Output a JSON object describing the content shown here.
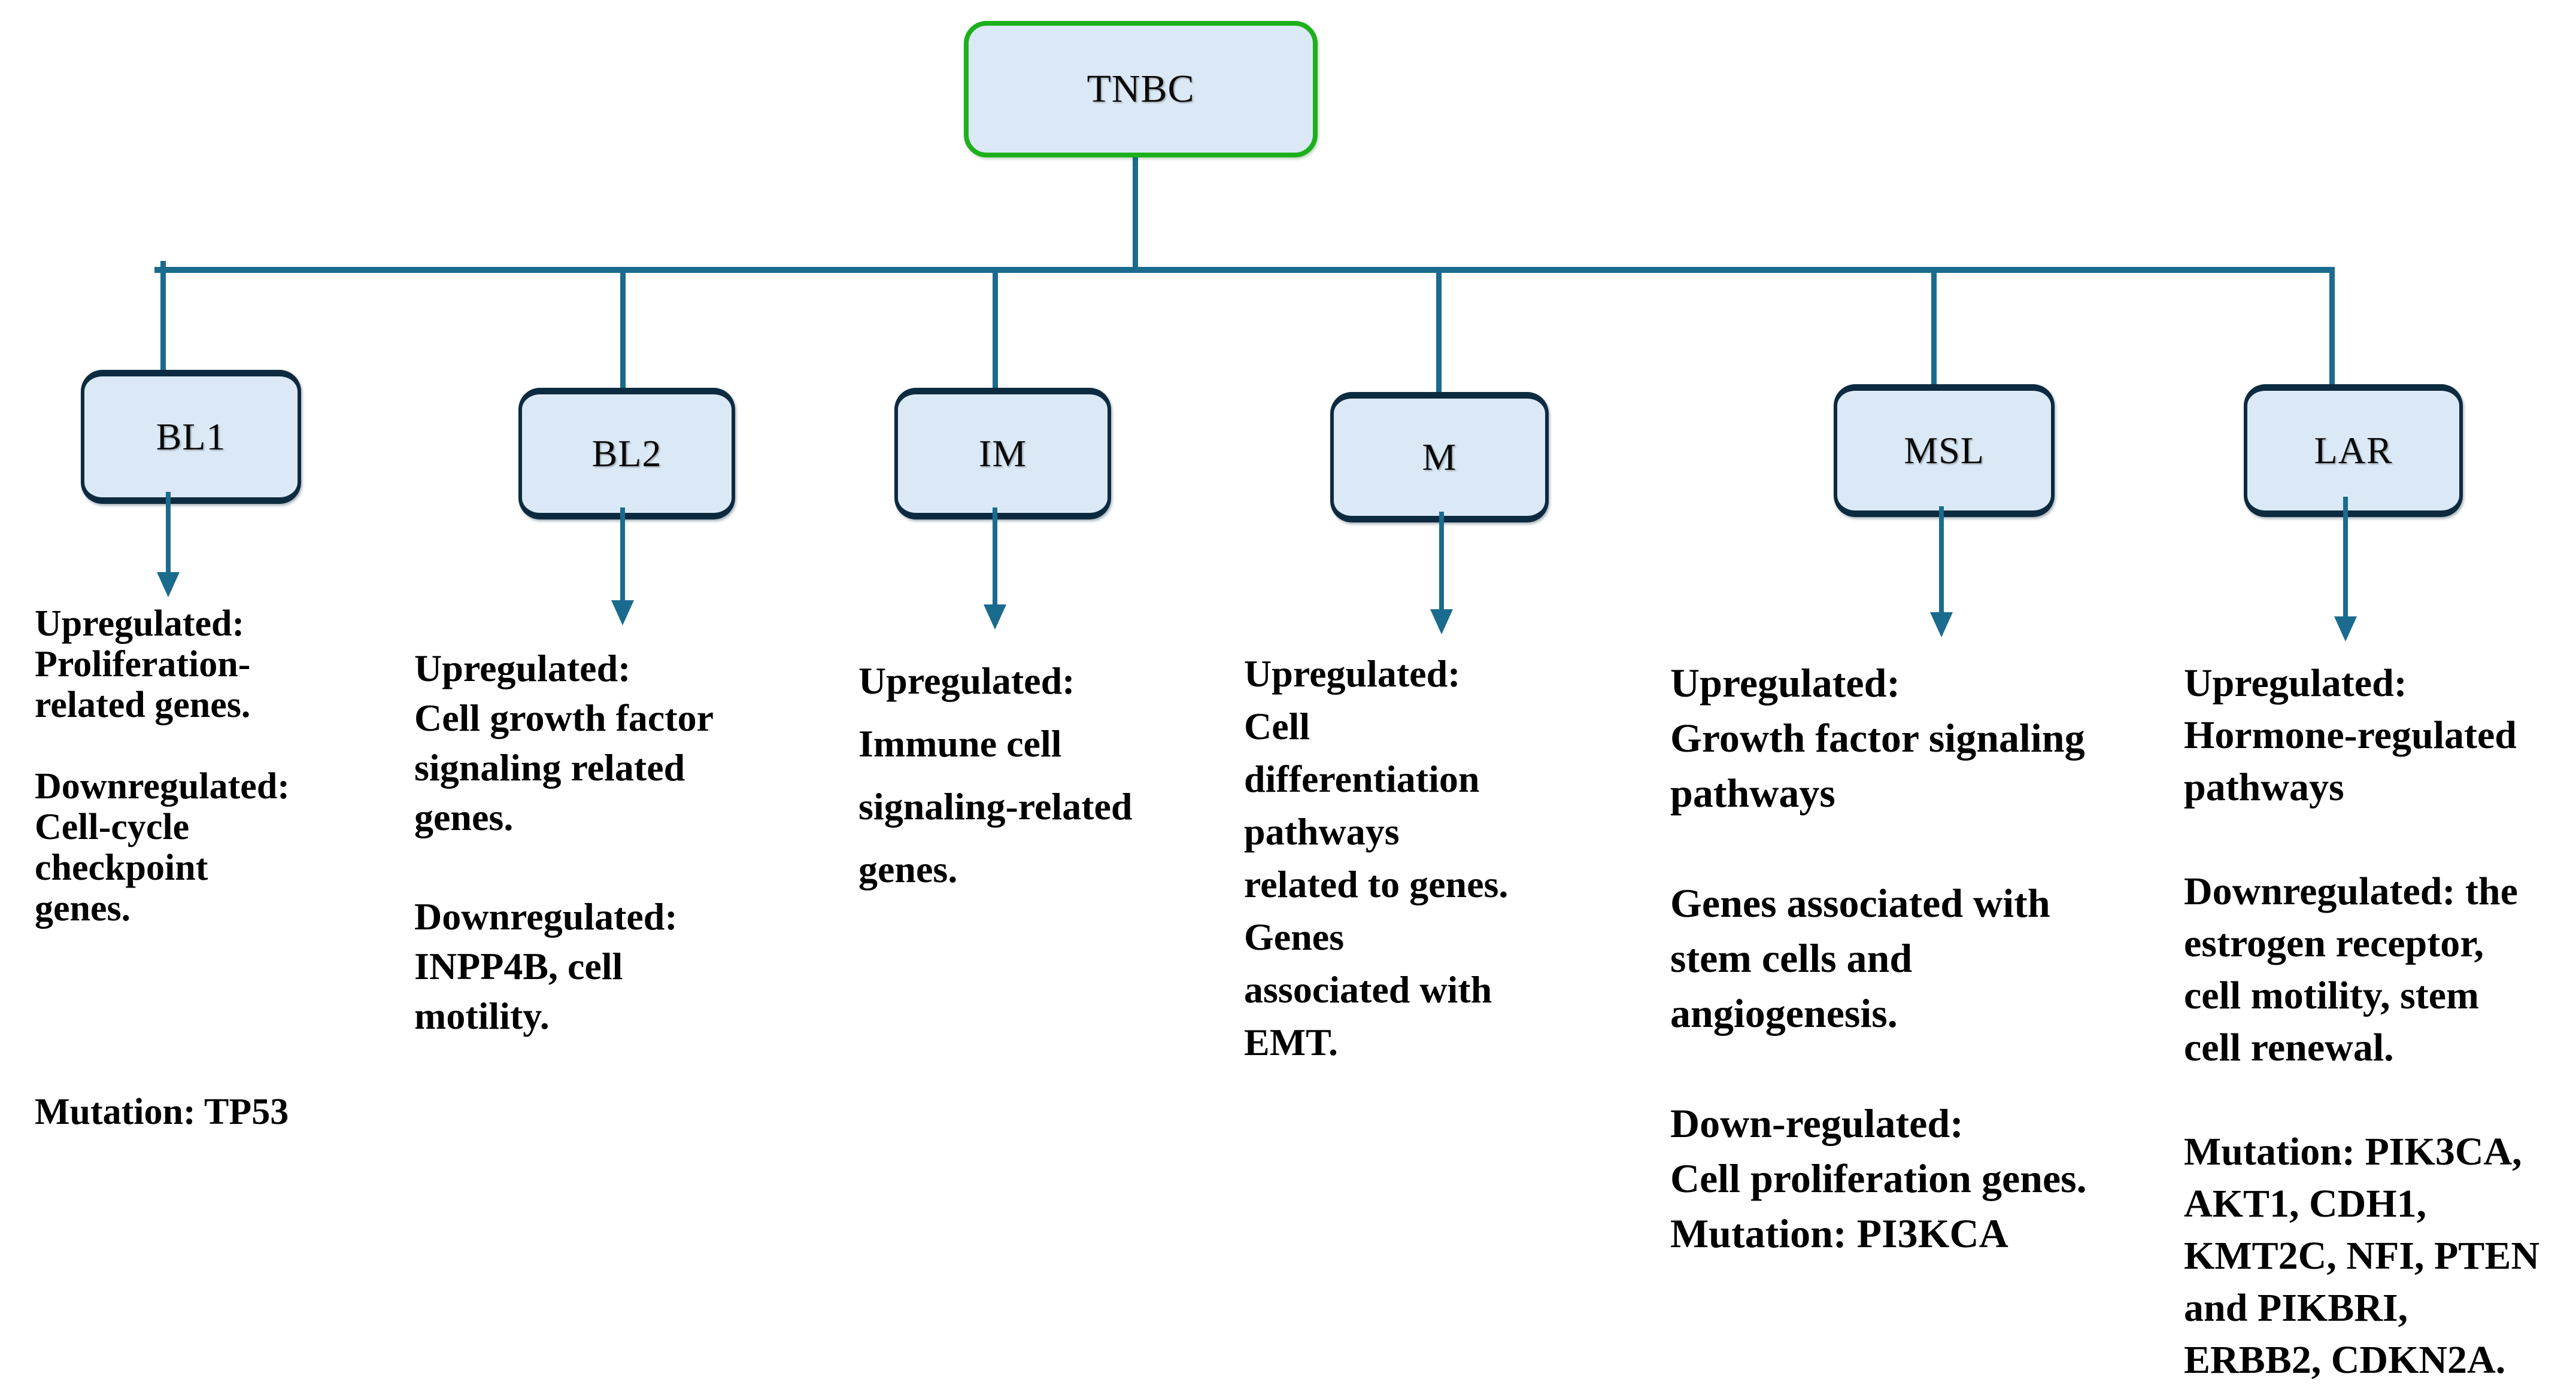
{
  "colors": {
    "connector": "#1a6b8e",
    "node_fill": "#dbe9f6",
    "node_border": "#0d2b40",
    "root_border": "#1cb01c",
    "text": "#000000"
  },
  "root_node": {
    "label": "TNBC"
  },
  "subtype_nodes": [
    {
      "id": "bl1",
      "label": "BL1"
    },
    {
      "id": "bl2",
      "label": "BL2"
    },
    {
      "id": "im",
      "label": "IM"
    },
    {
      "id": "m",
      "label": "M"
    },
    {
      "id": "msl",
      "label": "MSL"
    },
    {
      "id": "lar",
      "label": "LAR"
    }
  ],
  "details": {
    "bl1": {
      "lines": [
        "Upregulated:",
        "Proliferation-",
        "related genes.",
        "",
        "Downregulated:",
        "Cell-cycle",
        "checkpoint",
        "genes.",
        "",
        "",
        "",
        "",
        "Mutation: TP53"
      ]
    },
    "bl2": {
      "lines": [
        "Upregulated:",
        "Cell growth factor",
        "signaling related",
        "genes.",
        "",
        "Downregulated:",
        "INPP4B, cell",
        "motility."
      ]
    },
    "im": {
      "lines": [
        "Upregulated:",
        "Immune cell",
        "signaling-related",
        "genes."
      ]
    },
    "m": {
      "lines": [
        "Upregulated:",
        "Cell",
        "differentiation",
        "pathways",
        "related to genes.",
        "Genes",
        "associated with",
        "EMT."
      ]
    },
    "msl": {
      "lines": [
        "Upregulated:",
        "Growth factor signaling",
        "pathways",
        "",
        "Genes associated with",
        "stem cells and",
        "angiogenesis.",
        "",
        "Down-regulated:",
        "Cell proliferation genes.",
        "Mutation: PI3KCA"
      ]
    },
    "lar": {
      "lines": [
        "Upregulated:",
        "Hormone-regulated",
        "pathways",
        "",
        "Downregulated: the",
        "estrogen receptor,",
        "cell motility, stem",
        "cell renewal.",
        "",
        "Mutation: PIK3CA,",
        "AKT1, CDH1,",
        "KMT2C, NFI, PTEN",
        "and PIKBRI,",
        "ERBB2, CDKN2A."
      ]
    }
  }
}
